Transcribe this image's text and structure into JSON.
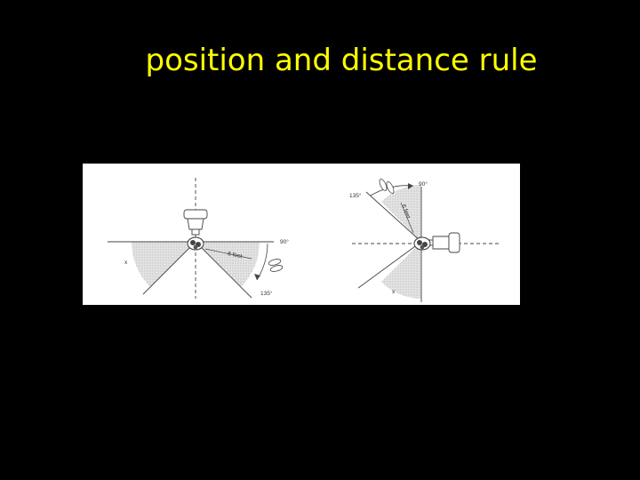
{
  "title": "position and distance rule",
  "colors": {
    "background": "#000000",
    "title": "#ffff00",
    "panel": "#ffffff",
    "line": "#444444"
  },
  "diagram_left": {
    "angle_top_right": "90°",
    "angle_bottom_right": "135°",
    "distance": "6 feet",
    "mark": "x"
  },
  "diagram_right": {
    "angle_top": "90°",
    "angle_top_left": "135°",
    "distance": "6 feet",
    "mark": "x"
  }
}
